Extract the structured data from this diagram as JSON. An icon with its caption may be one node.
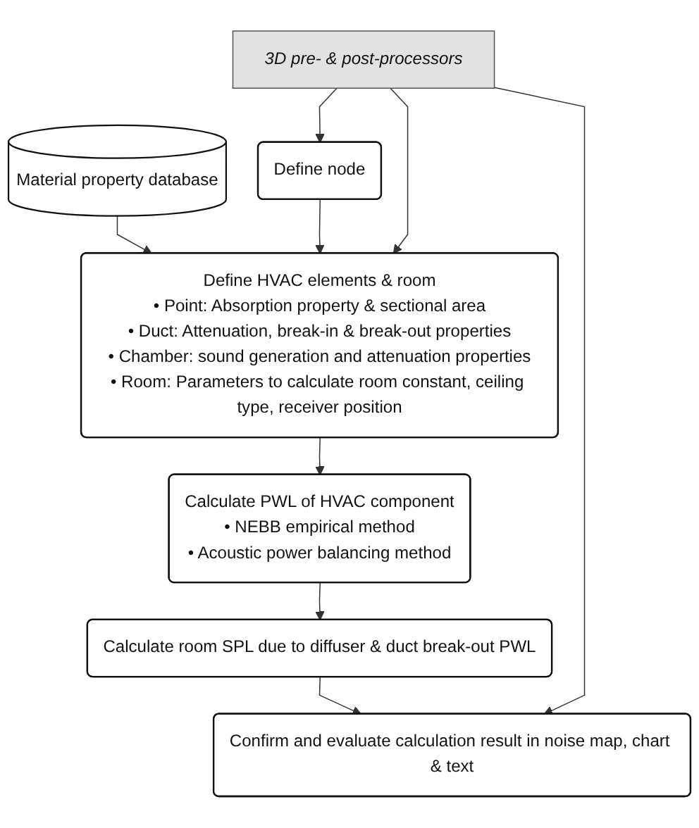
{
  "diagram": {
    "nodes": [
      {
        "text": [
          "Material property database"
        ]
      },
      {
        "text": [
          "Define node"
        ]
      },
      {
        "text": [
          "Define HVAC elements & room",
          "• Point: Absorption property & sectional area",
          "• Duct: Attenuation, break-in & break-out properties",
          "• Chamber: sound generation and attenuation properties",
          "• Room: Parameters to calculate room constant, ceiling type, receiver position"
        ]
      },
      {
        "text": [
          "Calculate PWL of HVAC component",
          "• NEBB empirical method",
          "• Acoustic power balancing method"
        ]
      },
      {
        "text": [
          "Calculate room SPL due to diffuser & duct break-out PWL"
        ]
      },
      {
        "text": [
          "Confirm and evaluate calculation result in noise map, chart & text"
        ]
      },
      {
        "text": [
          "3D pre- & post-processors"
        ]
      }
    ],
    "edges": [
      {
        "from": 0,
        "to": 2,
        "arrow": "to"
      },
      {
        "from": 1,
        "to": 2,
        "arrow": "to"
      },
      {
        "from": 2,
        "to": 3,
        "arrow": "to"
      },
      {
        "from": 3,
        "to": 4,
        "arrow": "to"
      },
      {
        "from": 4,
        "to": 5,
        "arrow": "to"
      },
      {
        "from": 6,
        "to": 1,
        "arrow": "to"
      },
      {
        "from": 6,
        "to": 2,
        "arrow": "to"
      },
      {
        "from": 6,
        "to": 5,
        "arrow": "to"
      }
    ]
  }
}
